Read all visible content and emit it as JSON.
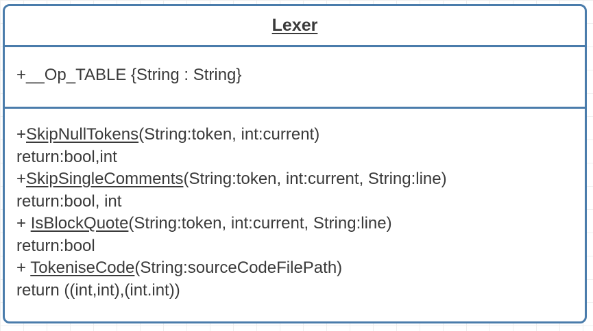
{
  "class": {
    "name": "Lexer",
    "attributes": [
      "+__Op_TABLE {String : String}"
    ],
    "operations": [
      {
        "prefix": "+",
        "name": "SkipNullTokens",
        "params": "(String:token, int:current)"
      },
      {
        "return": "return:bool,int"
      },
      {
        "prefix": "+",
        "name": "SkipSingleComments",
        "params": "(String:token, int:current, String:line)"
      },
      {
        "return": "return:bool, int"
      },
      {
        "prefix": "+ ",
        "name": "IsBlockQuote",
        "params": "(String:token, int:current, String:line)"
      },
      {
        "return": "return:bool"
      },
      {
        "prefix": "+ ",
        "name": "TokeniseCode",
        "params": "(String:sourceCodeFilePath)"
      },
      {
        "return": "return ((int,int),(int.int))"
      }
    ]
  },
  "colors": {
    "border": "#4a7cab",
    "text": "#3a3a3a",
    "grid": "#eeeeee"
  }
}
